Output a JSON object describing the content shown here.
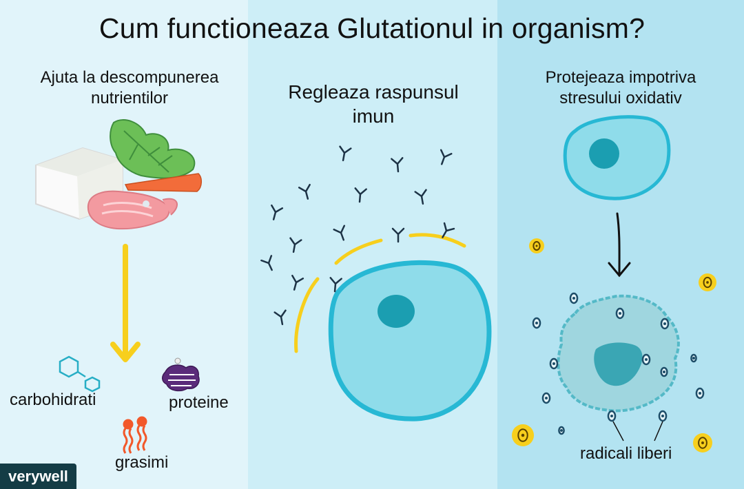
{
  "title": "Cum functioneaza Glutationul in organism?",
  "sections": [
    {
      "caption_lines": [
        "Ajuta la descompunerea",
        "nutrientilor"
      ],
      "labels": {
        "carbs": "carbohidrati",
        "proteins": "proteine",
        "fats": "grasimi"
      }
    },
    {
      "caption_lines": [
        "Regleaza raspunsul",
        "imun"
      ]
    },
    {
      "caption_lines": [
        "Protejeaza impotriva",
        "stresului oxidativ"
      ],
      "labels": {
        "free_radicals": "radicali liberi"
      }
    }
  ],
  "logo": "verywell",
  "colors": {
    "panel_1": "#e1f4fa",
    "panel_2": "#cdeef7",
    "panel_3": "#b3e3f1",
    "arrow_yellow": "#f7cf1d",
    "cell_fill": "#8fdcea",
    "cell_outline": "#27b8d4",
    "nucleus": "#1b9eb1",
    "antibody": "#1d3346",
    "radical_yellow": "#f7cf1d",
    "radical_dark": "#1d4d68",
    "logo_bg": "#143c45"
  }
}
